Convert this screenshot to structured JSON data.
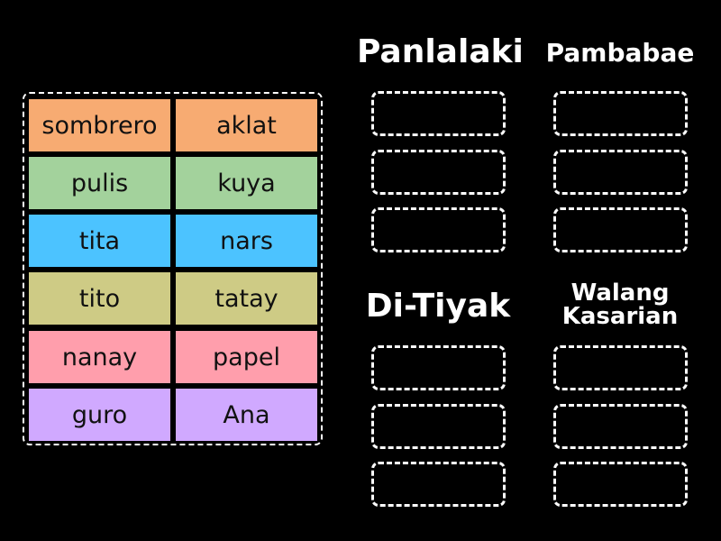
{
  "tiles": [
    {
      "label": "sombrero",
      "color": "#F7AB72"
    },
    {
      "label": "aklat",
      "color": "#F7AB72"
    },
    {
      "label": "pulis",
      "color": "#A3D29C"
    },
    {
      "label": "kuya",
      "color": "#A3D29C"
    },
    {
      "label": "tita",
      "color": "#4CC3FF"
    },
    {
      "label": "nars",
      "color": "#4CC3FF"
    },
    {
      "label": "tito",
      "color": "#CECB85"
    },
    {
      "label": "tatay",
      "color": "#CECB85"
    },
    {
      "label": "nanay",
      "color": "#FF9EAC"
    },
    {
      "label": "papel",
      "color": "#FF9EAC"
    },
    {
      "label": "guro",
      "color": "#D0A9FF"
    },
    {
      "label": "Ana",
      "color": "#D0A9FF"
    }
  ],
  "groups": [
    {
      "title": "Panlalaki",
      "slots": 3
    },
    {
      "title": "Pambabae",
      "slots": 3
    },
    {
      "title": "Di-Tiyak",
      "slots": 3
    },
    {
      "title_line1": "Walang",
      "title_line2": "Kasarian",
      "slots": 3
    }
  ]
}
